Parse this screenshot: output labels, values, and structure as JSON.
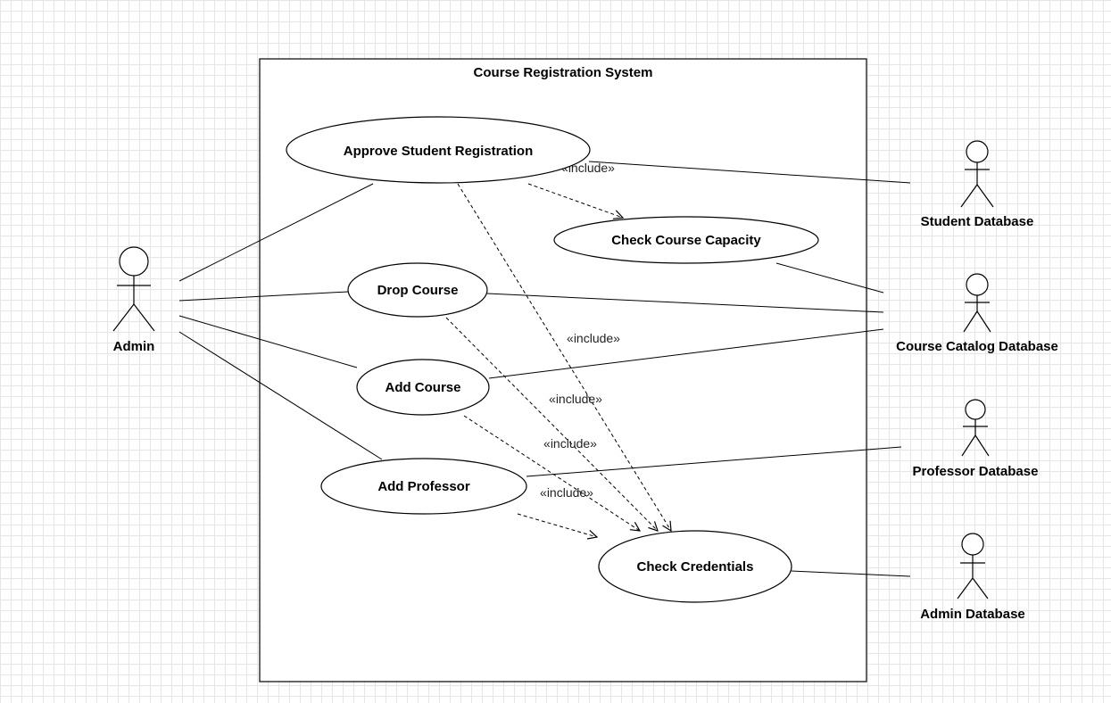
{
  "system": {
    "title": "Course Registration System"
  },
  "actors": {
    "admin": "Admin",
    "student_db": "Student Database",
    "catalog_db": "Course Catalog Database",
    "professor_db": "Professor Database",
    "admin_db": "Admin Database"
  },
  "use_cases": {
    "approve": "Approve Student Registration",
    "capacity": "Check Course Capacity",
    "drop": "Drop Course",
    "add_course": "Add Course",
    "add_professor": "Add Professor",
    "credentials": "Check Credentials"
  },
  "relations": {
    "include": "«include»"
  }
}
